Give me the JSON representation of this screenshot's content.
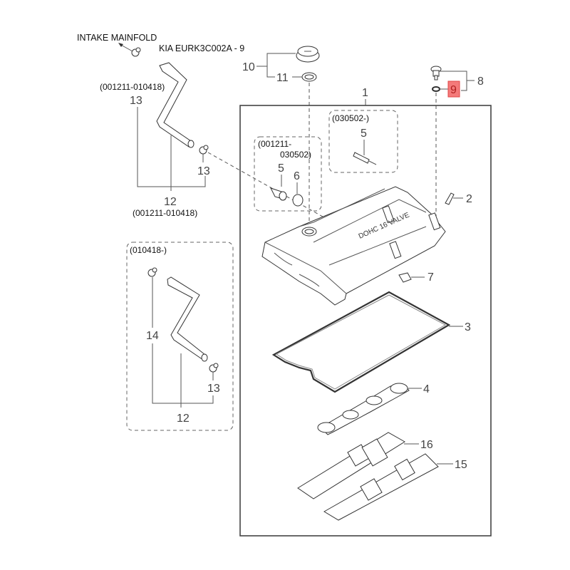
{
  "diagram": {
    "title": "INTAKE MAINFOLD",
    "code": "KIA EURK3C002A - 9",
    "highlight_color": "#f47a7a",
    "callouts": {
      "p1": "1",
      "p2": "2",
      "p3": "3",
      "p4": "4",
      "p5a": "5",
      "p5b": "5",
      "p6": "6",
      "p7": "7",
      "p8": "8",
      "p9": "9",
      "p10": "10",
      "p11": "11",
      "p12a": "12",
      "p12b": "12",
      "p13a": "13",
      "p13b": "13",
      "p13c": "13",
      "p14": "14",
      "p15": "15",
      "p16": "16"
    },
    "date_ranges": {
      "hose_top": "(001211-010418)",
      "hose_bottom": "(001211-010418)",
      "breather_old_line1": "(001211-",
      "breather_old_line2": "030502)",
      "breather_new": "(030502-)",
      "hose_new": "(010418-)"
    },
    "cover_text": "DOHC 16 VALVE",
    "highlighted_part": "9"
  }
}
